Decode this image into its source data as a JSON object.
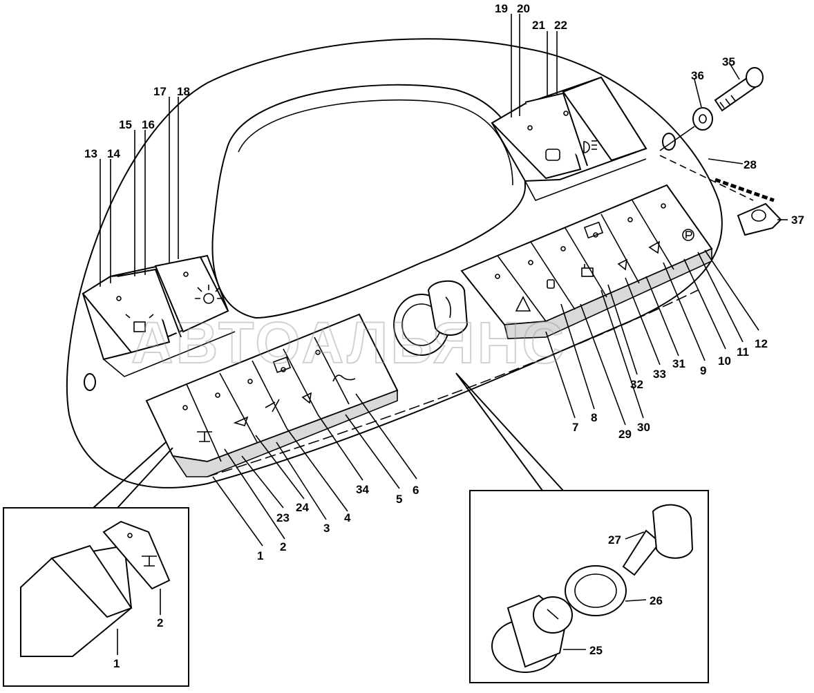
{
  "watermark": "АВТОАЛЬЯНС",
  "callouts": {
    "c1": "1",
    "c2": "2",
    "c3": "3",
    "c4": "4",
    "c5": "5",
    "c6": "6",
    "c7": "7",
    "c8": "8",
    "c9": "9",
    "c10": "10",
    "c11": "11",
    "c12": "12",
    "c13": "13",
    "c14": "14",
    "c15": "15",
    "c16": "16",
    "c17": "17",
    "c18": "18",
    "c19": "19",
    "c20": "20",
    "c21": "21",
    "c22": "22",
    "c23": "23",
    "c24": "24",
    "c25": "25",
    "c26": "26",
    "c27": "27",
    "c28": "28",
    "c29": "29",
    "c30": "30",
    "c31": "31",
    "c32": "32",
    "c33": "33",
    "c34": "34",
    "c35": "35",
    "c36": "36",
    "c37": "37"
  },
  "inset_left": {
    "c1": "1",
    "c2": "2"
  },
  "inset_right": {
    "c25": "25",
    "c26": "26",
    "c27": "27"
  }
}
